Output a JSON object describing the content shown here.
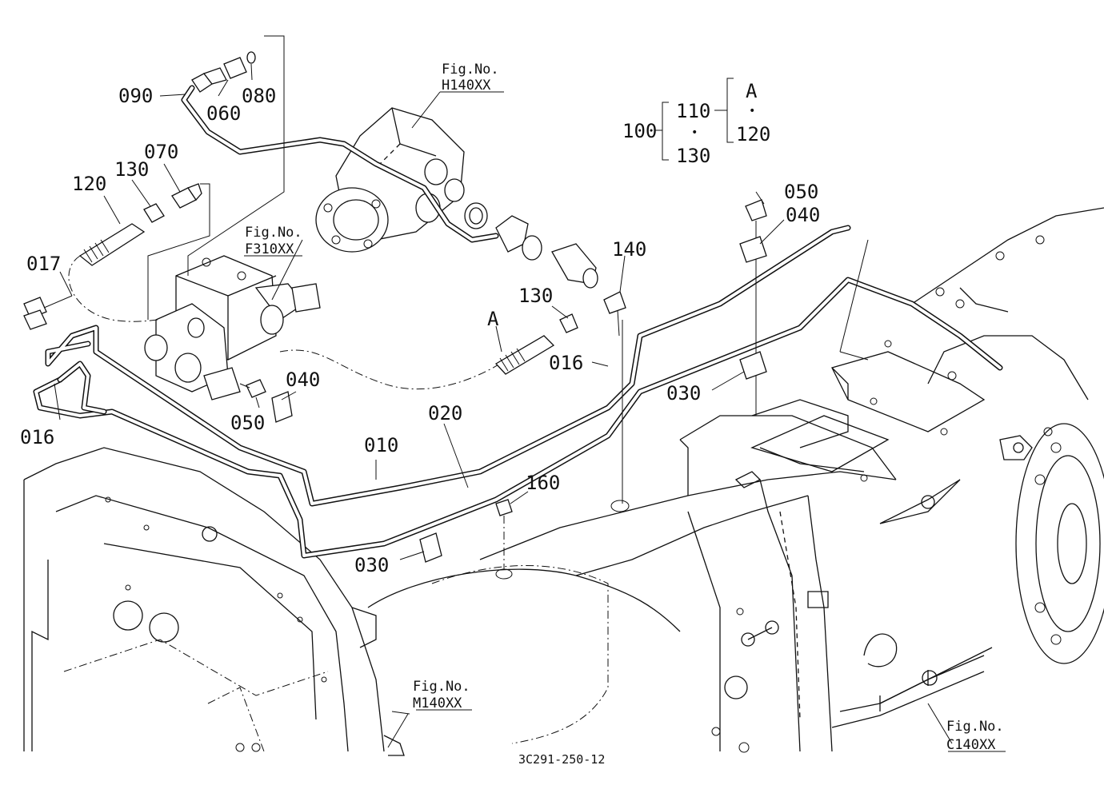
{
  "parts": {
    "p010": "010",
    "p016a": "016",
    "p016b": "016",
    "p017": "017",
    "p020": "020",
    "p030a": "030",
    "p030b": "030",
    "p040a": "040",
    "p040b": "040",
    "p050a": "050",
    "p050b": "050",
    "p060": "060",
    "p070": "070",
    "p080": "080",
    "p090": "090",
    "p120": "120",
    "p130a": "130",
    "p130b": "130",
    "p140": "140",
    "p160": "160"
  },
  "figrefs": {
    "h140": {
      "caption": "Fig.No.",
      "code": "H140XX"
    },
    "f310": {
      "caption": "Fig.No.",
      "code": "F310XX"
    },
    "m140": {
      "caption": "Fig.No.",
      "code": "M140XX"
    },
    "c140": {
      "caption": "Fig.No.",
      "code": "C140XX"
    }
  },
  "kit": {
    "main": "100",
    "sub1": "110",
    "sub2": "130",
    "ref": "A",
    "sub3": "120",
    "dot": "•"
  },
  "marker_a": "A",
  "diagram_code": "3C291-250-12"
}
